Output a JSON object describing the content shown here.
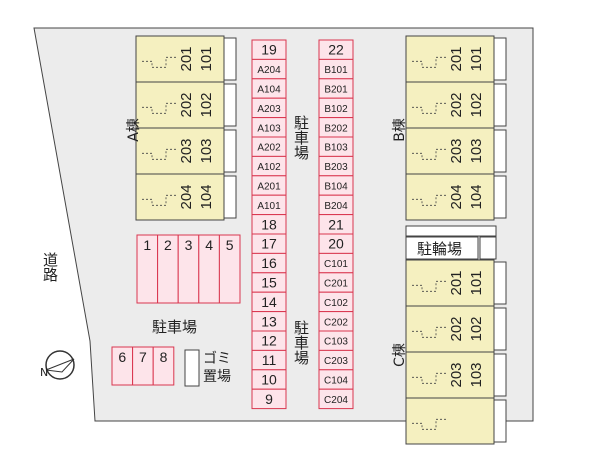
{
  "road_label": "道路",
  "compass_label": "N",
  "parking_label": "駐車場",
  "bike_parking_label": "駐輪場",
  "garbage_label": "ゴミ置場",
  "buildings": [
    {
      "id": "A",
      "label": "A棟",
      "units": [
        [
          "201",
          "101"
        ],
        [
          "202",
          "102"
        ],
        [
          "203",
          "103"
        ],
        [
          "204",
          "104"
        ]
      ]
    },
    {
      "id": "B",
      "label": "B棟",
      "units": [
        [
          "201",
          "101"
        ],
        [
          "202",
          "102"
        ],
        [
          "203",
          "103"
        ],
        [
          "204",
          "104"
        ]
      ]
    },
    {
      "id": "C",
      "label": "C棟",
      "units": [
        [
          "201",
          "101"
        ],
        [
          "202",
          "102"
        ],
        [
          "203",
          "103"
        ],
        [
          "",
          ""
        ]
      ]
    }
  ],
  "parking_column_left": [
    "19",
    "A204",
    "A104",
    "A203",
    "A103",
    "A202",
    "A102",
    "A201",
    "A101",
    "18",
    "17",
    "16",
    "15",
    "14",
    "13",
    "12",
    "11",
    "10",
    "9"
  ],
  "parking_column_right": [
    "22",
    "B101",
    "B201",
    "B102",
    "B202",
    "B103",
    "B203",
    "B104",
    "B204",
    "21",
    "20",
    "C101",
    "C201",
    "C102",
    "C202",
    "C103",
    "C203",
    "C104",
    "C204"
  ],
  "parking_row_top": [
    "1",
    "2",
    "3",
    "4",
    "5"
  ],
  "parking_row_bottom": [
    "6",
    "7",
    "8"
  ],
  "colors": {
    "site": "#ececec",
    "building": "#f5f0c0",
    "slot_fill": "#fde4ea",
    "slot_border": "#d9364f",
    "outline": "#444444"
  }
}
